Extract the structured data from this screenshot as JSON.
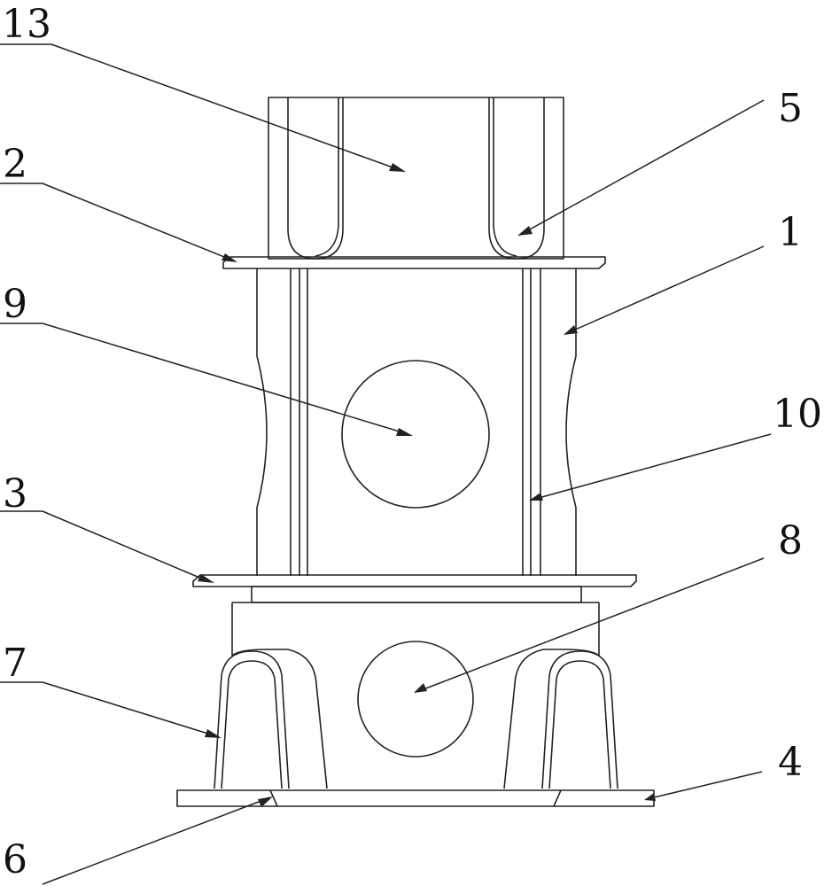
{
  "figure": {
    "callouts": [
      {
        "id": "c13",
        "label": "13"
      },
      {
        "id": "c5",
        "label": "5"
      },
      {
        "id": "c2",
        "label": "2"
      },
      {
        "id": "c1",
        "label": "1"
      },
      {
        "id": "c9",
        "label": "9"
      },
      {
        "id": "c10",
        "label": "10"
      },
      {
        "id": "c3",
        "label": "3"
      },
      {
        "id": "c8",
        "label": "8"
      },
      {
        "id": "c7",
        "label": "7"
      },
      {
        "id": "c4",
        "label": "4"
      },
      {
        "id": "c6",
        "label": "6"
      }
    ],
    "colors": {
      "ink": "#222222",
      "background": "#ffffff"
    }
  }
}
